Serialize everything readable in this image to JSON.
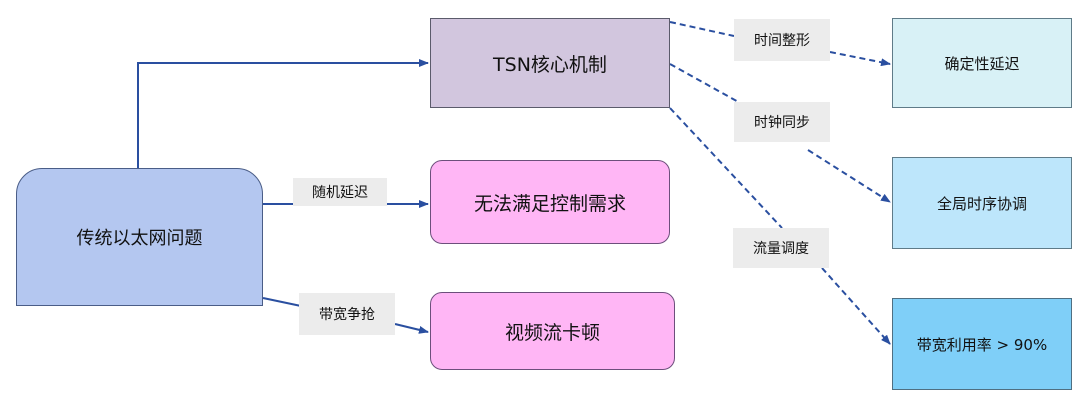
{
  "nodes": {
    "problem": "传统以太网问题",
    "tsn": "TSN核心机制",
    "control": "无法满足控制需求",
    "video": "视频流卡顿",
    "deterministic": "确定性延迟",
    "global_sync": "全局时序协调",
    "bandwidth": "带宽利用率 > 90%"
  },
  "edge_labels": {
    "random_delay": "随机延迟",
    "bandwidth_contention": "带宽争抢",
    "time_shaping": "时间整形",
    "clock_sync": "时钟同步",
    "traffic_scheduling": "流量调度"
  },
  "colors": {
    "edge": "#2a4fa0",
    "problem_fill": "#b4c7f0",
    "tsn_fill": "#d2c6de",
    "effect_fill": "#ffb6f5",
    "deterministic_fill": "#d8f1f6",
    "global_fill": "#bde6fb",
    "bandwidth_fill": "#7fcff8"
  }
}
